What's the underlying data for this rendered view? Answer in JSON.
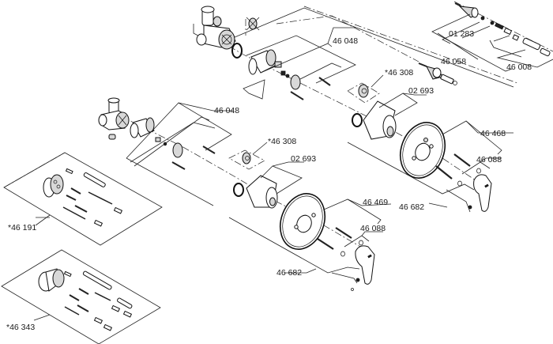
{
  "diagram": {
    "title": "Exploded view – concealed single-lever shower valve",
    "background": "#ffffff",
    "line_color": "#222222",
    "labels": {
      "upper_cartridge": "46 048",
      "upper_flow_limiter": "*46 308",
      "upper_sleeve": "02 693",
      "upper_escutcheon": "46 468",
      "upper_screws": "46 088",
      "upper_handle": "46 682",
      "diverter_seal": "01 283",
      "diverter_spindle": "46 058",
      "diverter_extension": "46 008",
      "lower_cartridge": "46 048",
      "lower_flow_limiter": "*46 308",
      "lower_sleeve": "02 693",
      "lower_escutcheon": "46 469",
      "lower_screws": "46 088",
      "lower_handle": "46 682",
      "extension_kit_a": "*46 191",
      "extension_kit_b": "*46 343"
    },
    "icons": {
      "valve_body": "valve-body-icon",
      "o_ring": "o-ring-icon",
      "cartridge": "cartridge-icon",
      "flow_limiter": "flow-limiter-icon",
      "sleeve": "sleeve-icon",
      "escutcheon": "escutcheon-plate-icon",
      "screw": "screw-icon",
      "lever_handle": "lever-handle-icon",
      "spindle": "diverter-spindle-icon",
      "not_included": "crossed-out-part-icon"
    }
  }
}
